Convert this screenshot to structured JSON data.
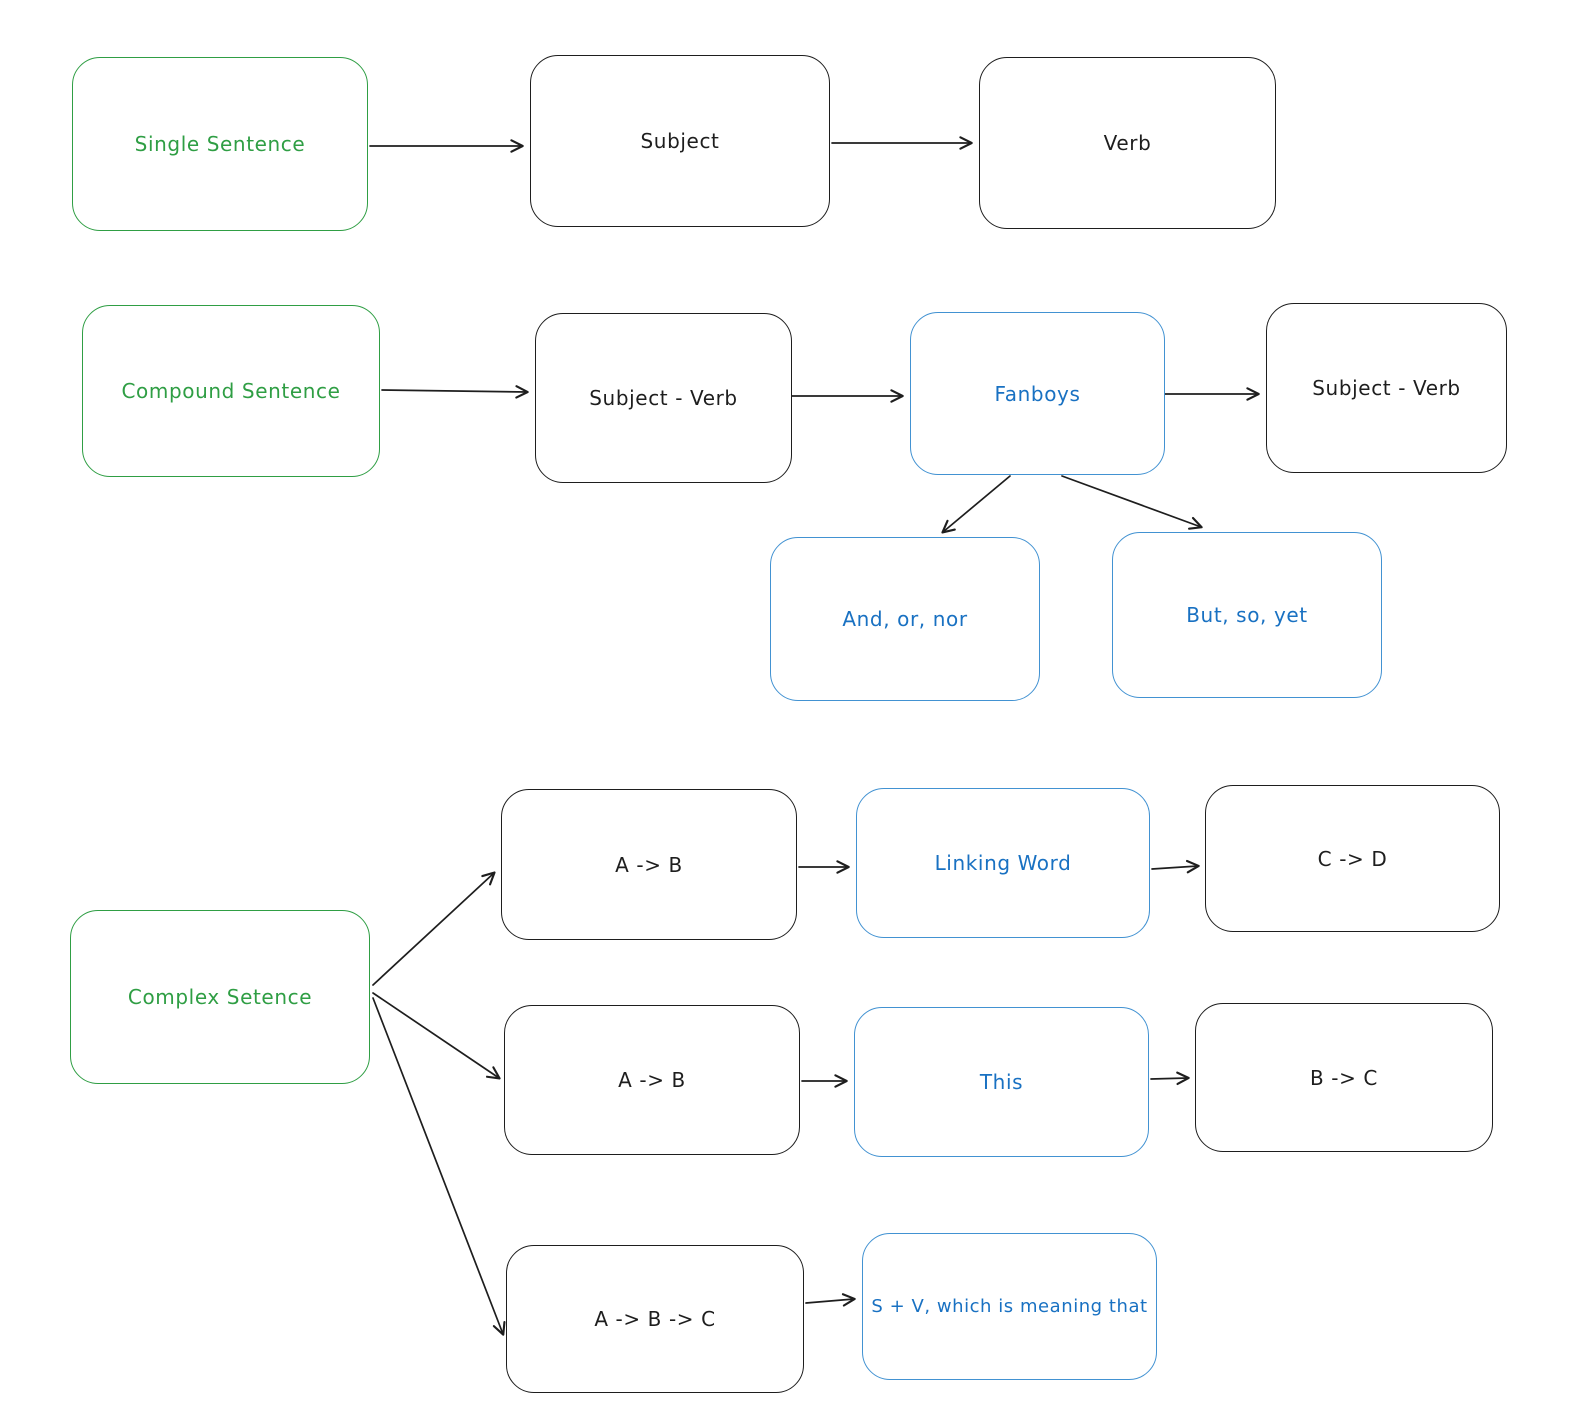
{
  "diagram": {
    "title": "Sentence structure flowchart",
    "colors": {
      "green": "#2f9e44",
      "blue_text": "#1971c2",
      "blue_border": "#4292d2",
      "black": "#1e1e1e",
      "background": "#ffffff"
    },
    "nodes": [
      {
        "id": "single-sentence",
        "label": "Single Sentence",
        "color": "green"
      },
      {
        "id": "subject",
        "label": "Subject",
        "color": "black"
      },
      {
        "id": "verb",
        "label": "Verb",
        "color": "black"
      },
      {
        "id": "compound-sentence",
        "label": "Compound Sentence",
        "color": "green"
      },
      {
        "id": "subject-verb-1",
        "label": "Subject - Verb",
        "color": "black"
      },
      {
        "id": "fanboys",
        "label": "Fanboys",
        "color": "blue"
      },
      {
        "id": "subject-verb-2",
        "label": "Subject - Verb",
        "color": "black"
      },
      {
        "id": "and-or-nor",
        "label": "And, or, nor",
        "color": "blue"
      },
      {
        "id": "but-so-yet",
        "label": "But, so, yet",
        "color": "blue"
      },
      {
        "id": "complex-setence",
        "label": "Complex Setence",
        "color": "green"
      },
      {
        "id": "a-b-1",
        "label": "A -> B",
        "color": "black"
      },
      {
        "id": "linking-word",
        "label": "Linking Word",
        "color": "blue"
      },
      {
        "id": "c-d",
        "label": "C -> D",
        "color": "black"
      },
      {
        "id": "a-b-2",
        "label": "A -> B",
        "color": "black"
      },
      {
        "id": "this",
        "label": "This",
        "color": "blue"
      },
      {
        "id": "b-c",
        "label": "B -> C",
        "color": "black"
      },
      {
        "id": "a-b-c",
        "label": "A -> B -> C",
        "color": "black"
      },
      {
        "id": "s-v-meaning",
        "label": "S + V, which is meaning that",
        "color": "blue"
      }
    ],
    "edges": [
      {
        "from": "single-sentence",
        "to": "subject"
      },
      {
        "from": "subject",
        "to": "verb"
      },
      {
        "from": "compound-sentence",
        "to": "subject-verb-1"
      },
      {
        "from": "subject-verb-1",
        "to": "fanboys"
      },
      {
        "from": "fanboys",
        "to": "subject-verb-2"
      },
      {
        "from": "fanboys",
        "to": "and-or-nor"
      },
      {
        "from": "fanboys",
        "to": "but-so-yet"
      },
      {
        "from": "complex-setence",
        "to": "a-b-1"
      },
      {
        "from": "complex-setence",
        "to": "a-b-2"
      },
      {
        "from": "complex-setence",
        "to": "a-b-c"
      },
      {
        "from": "a-b-1",
        "to": "linking-word"
      },
      {
        "from": "linking-word",
        "to": "c-d"
      },
      {
        "from": "a-b-2",
        "to": "this"
      },
      {
        "from": "this",
        "to": "b-c"
      },
      {
        "from": "a-b-c",
        "to": "s-v-meaning"
      }
    ]
  }
}
